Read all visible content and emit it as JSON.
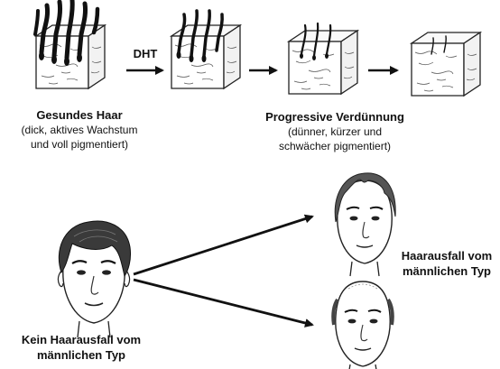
{
  "arrow_label": "DHT",
  "healthy": {
    "title": "Gesundes Haar",
    "line1": "(dick, aktives Wachstum",
    "line2": "und voll pigmentiert)"
  },
  "progressive": {
    "title": "Progressive Verdünnung",
    "line1": "(dünner, kürzer und",
    "line2": "schwächer pigmentiert)"
  },
  "no_loss": {
    "line1": "Kein Haarausfall vom",
    "line2": "männlichen Typ"
  },
  "male_loss": {
    "line1": "Haarausfall vom",
    "line2": "männlichen Typ"
  }
}
